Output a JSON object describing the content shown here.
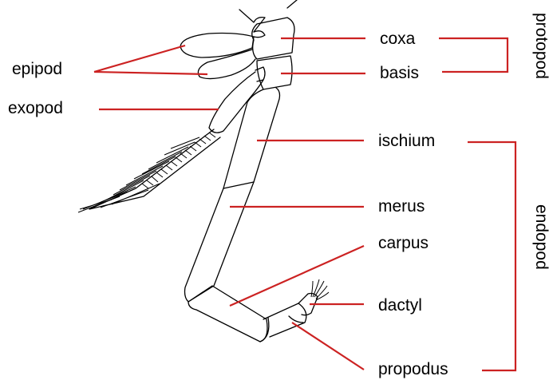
{
  "colors": {
    "leader": "#cc2222",
    "outline": "#000000",
    "background": "#ffffff"
  },
  "labels": {
    "epipod": "epipod",
    "exopod": "exopod",
    "coxa": "coxa",
    "basis": "basis",
    "ischium": "ischium",
    "merus": "merus",
    "carpus": "carpus",
    "dactyl": "dactyl",
    "propodus": "propodus"
  },
  "groups": {
    "protopod": "protopod",
    "endopod": "endopod"
  }
}
